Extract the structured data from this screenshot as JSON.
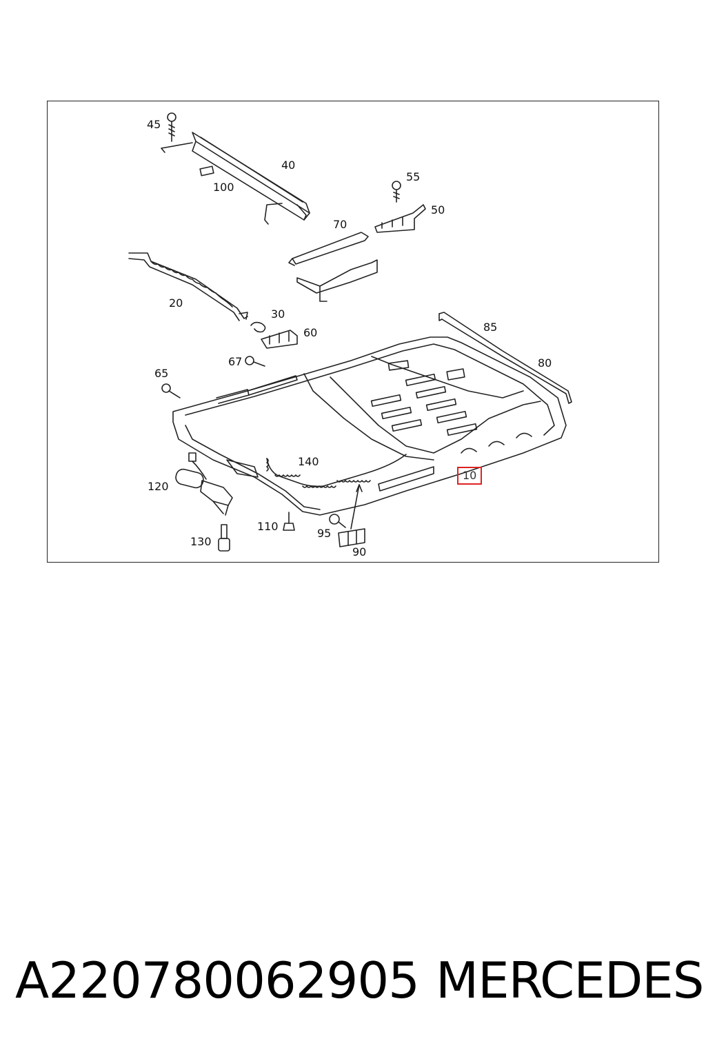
{
  "diagram": {
    "callouts": [
      {
        "id": "c45",
        "text": "45"
      },
      {
        "id": "c40",
        "text": "40"
      },
      {
        "id": "c100",
        "text": "100"
      },
      {
        "id": "c55",
        "text": "55"
      },
      {
        "id": "c50",
        "text": "50"
      },
      {
        "id": "c70",
        "text": "70"
      },
      {
        "id": "c20",
        "text": "20"
      },
      {
        "id": "c30",
        "text": "30"
      },
      {
        "id": "c60",
        "text": "60"
      },
      {
        "id": "c85",
        "text": "85"
      },
      {
        "id": "c80",
        "text": "80"
      },
      {
        "id": "c67",
        "text": "67"
      },
      {
        "id": "c65",
        "text": "65"
      },
      {
        "id": "c140",
        "text": "140"
      },
      {
        "id": "c120",
        "text": "120"
      },
      {
        "id": "c10",
        "text": "10",
        "highlighted": true
      },
      {
        "id": "c110",
        "text": "110"
      },
      {
        "id": "c95",
        "text": "95"
      },
      {
        "id": "c130",
        "text": "130"
      },
      {
        "id": "c90",
        "text": "90"
      }
    ],
    "highlight_color": "#d22222",
    "line_color": "#222222"
  },
  "footer": {
    "part_number": "A220780062905",
    "brand": "MERCEDES"
  }
}
